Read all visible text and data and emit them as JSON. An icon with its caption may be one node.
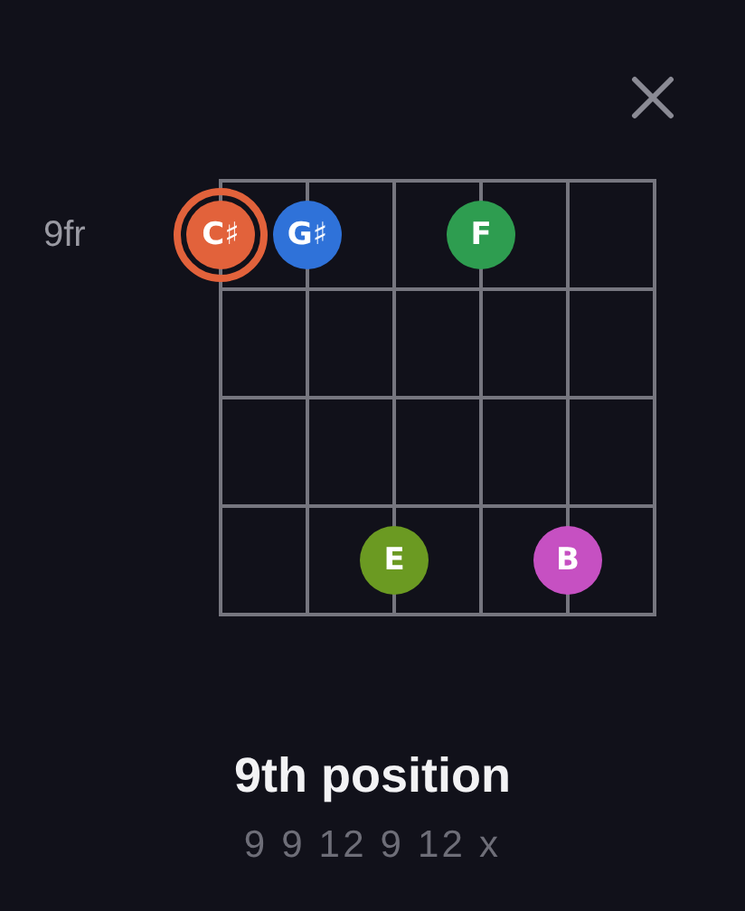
{
  "diagram": {
    "title": "9th position",
    "nodes": [
      {
        "text": [
          "C♯"
        ]
      },
      {
        "text": [
          "G♯"
        ]
      },
      {
        "text": [
          "F"
        ]
      },
      {
        "text": [
          "E"
        ]
      },
      {
        "text": [
          "B"
        ]
      }
    ],
    "labels": [
      "9fr",
      "9 9 12 9 12 x"
    ]
  }
}
